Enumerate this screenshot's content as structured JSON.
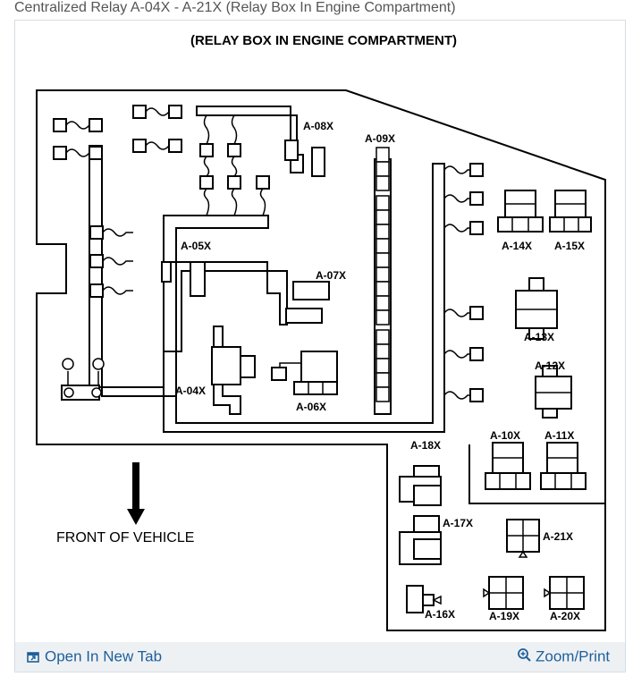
{
  "caption": "Centralized Relay A-04X - A-21X (Relay Box In Engine Compartment)",
  "diagram": {
    "title": "(RELAY BOX IN ENGINE COMPARTMENT)",
    "front_label": "FRONT OF VEHICLE",
    "relay_labels": {
      "a04x": "A-04X",
      "a05x": "A-05X",
      "a06x": "A-06X",
      "a07x": "A-07X",
      "a08x": "A-08X",
      "a09x": "A-09X",
      "a10x": "A-10X",
      "a11x": "A-11X",
      "a12x": "A-12X",
      "a13x": "A-13X",
      "a14x": "A-14X",
      "a15x": "A-15X",
      "a16x": "A-16X",
      "a17x": "A-17X",
      "a18x": "A-18X",
      "a19x": "A-19X",
      "a20x": "A-20X",
      "a21x": "A-21X"
    }
  },
  "toolbar": {
    "open_tab_label": "Open In New Tab",
    "open_tab_icon": "open-in-new-tab-icon",
    "zoom_label": "Zoom/Print",
    "zoom_icon": "magnifier-icon"
  },
  "colors": {
    "link": "#1f5f9a",
    "toolbar_bg": "#eef1f4",
    "caption": "#555555"
  }
}
